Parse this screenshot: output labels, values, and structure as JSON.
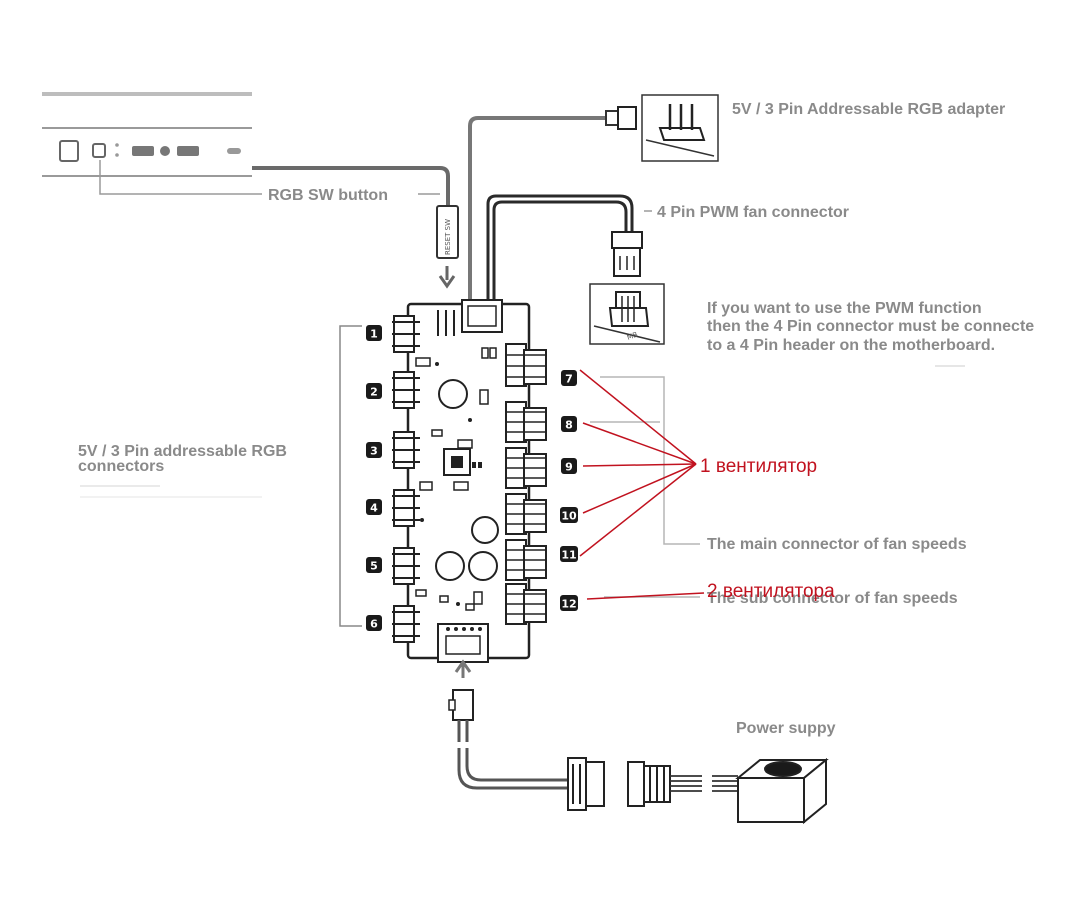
{
  "labels": {
    "rgb_adapter": "5V / 3 Pin Addressable RGB adapter",
    "pwm_connector": "4 Pin PWM fan connector",
    "rgb_sw_button": "RGB SW button",
    "pwm_note_1": "If you want to use the PWM function",
    "pwm_note_2": "then the 4 Pin connector must be connecte",
    "pwm_note_3": "to a 4 Pin header on the motherboard.",
    "rgb_connectors_1": "5V / 3 Pin addressable RGB",
    "rgb_connectors_2": "connectors",
    "main_connector": "The main connector of fan speeds",
    "sub_connector": "The sub connector of fan speeds",
    "power_supply": "Power suppy",
    "mb_mark": "MB",
    "reset_mark": "RESET SW"
  },
  "annotations": {
    "one_fan": "1 вентилятор",
    "two_fans": "2 вентилятора"
  },
  "rgb_ports": [
    "1",
    "2",
    "3",
    "4",
    "5",
    "6"
  ],
  "fan_ports": [
    "7",
    "8",
    "9",
    "10",
    "11",
    "12"
  ],
  "colors": {
    "line": "#7a7a7a",
    "label": "#8a8a8a",
    "annotation": "#c1121f",
    "badge": "#1a1a1a"
  }
}
